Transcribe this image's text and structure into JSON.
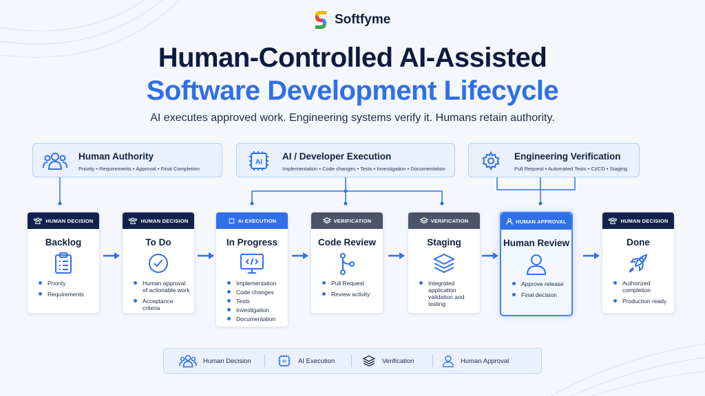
{
  "brand": {
    "name": "Softfyme"
  },
  "title_line1": "Human-Controlled AI-Assisted",
  "title_line2": "Software Development Lifecycle",
  "subtitle": "AI executes approved work. Engineering systems verify it. Humans retain authority.",
  "colors": {
    "navy": "#13224a",
    "accent_blue": "#2f6fe8",
    "gray_badge": "#4c5567",
    "light_panel": "#eaf1fd"
  },
  "groups": [
    {
      "title": "Human Authority",
      "subtitle": "Priority • Requirements • Approval • Final Completion",
      "icon": "people-icon"
    },
    {
      "title": "AI / Developer Execution",
      "subtitle": "Implementation • Code changes • Tests • Investigation • Documentation",
      "icon": "ai-chip-icon"
    },
    {
      "title": "Engineering Verification",
      "subtitle": "Pull Request • Automated Tests • CI/CD • Staging",
      "icon": "gear-icon"
    }
  ],
  "stages": [
    {
      "badge": "HUMAN DECISION",
      "title": "Backlog",
      "icon": "clipboard-icon",
      "items": [
        "Priority",
        "Requirements"
      ]
    },
    {
      "badge": "HUMAN DECISION",
      "title": "To Do",
      "icon": "check-circle-icon",
      "items": [
        "Human approval of actionable work",
        "Acceptance criteria"
      ]
    },
    {
      "badge": "AI EXECUTION",
      "title": "In Progress",
      "icon": "code-monitor-icon",
      "items": [
        "Implementation",
        "Code changes",
        "Tests",
        "Investigation",
        "Documentation"
      ]
    },
    {
      "badge": "VERIFICATION",
      "title": "Code Review",
      "icon": "branch-icon",
      "items": [
        "Pull Request",
        "Review activity"
      ]
    },
    {
      "badge": "VERIFICATION",
      "title": "Staging",
      "icon": "layers-icon",
      "items": [
        "Integrated application validation and testing"
      ]
    },
    {
      "badge": "HUMAN APPROVAL",
      "title": "Human Review",
      "icon": "person-icon",
      "items": [
        "Approve release",
        "Final decision"
      ]
    },
    {
      "badge": "HUMAN DECISION",
      "title": "Done",
      "icon": "rocket-icon",
      "items": [
        "Authorized completion",
        "Production ready"
      ]
    }
  ],
  "legend": [
    {
      "label": "Human Decision",
      "icon": "people-icon"
    },
    {
      "label": "AI Execution",
      "icon": "ai-chip-icon"
    },
    {
      "label": "Verification",
      "icon": "layers-icon"
    },
    {
      "label": "Human Approval",
      "icon": "person-icon"
    }
  ]
}
